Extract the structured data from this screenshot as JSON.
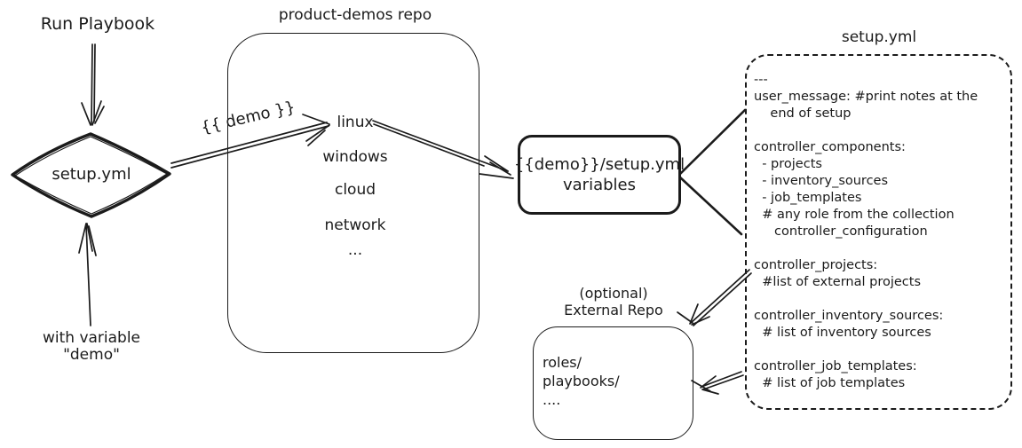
{
  "canvas": {
    "background": "#ffffff",
    "ink_color": "#1b1b1b"
  },
  "left_flow": {
    "run_playbook_label": "Run Playbook",
    "diamond_label": "setup.yml",
    "with_variable_label": "with variable\n\"demo\"",
    "demo_arrow_label": "{{ demo }}"
  },
  "repo_box": {
    "title": "product-demos repo",
    "items": [
      "linux",
      "windows",
      "cloud",
      "network",
      "..."
    ]
  },
  "variables_box": {
    "line1": "{{demo}}/setup.yml",
    "line2": "variables"
  },
  "setup_yml_box": {
    "title": "setup.yml",
    "content": "---\nuser_message: #print notes at the\n    end of setup\n\ncontroller_components:\n  - projects\n  - inventory_sources\n  - job_templates\n  # any role from the collection\n     controller_configuration\n\ncontroller_projects:\n  #list of external projects\n\ncontroller_inventory_sources:\n  # list of inventory sources\n\ncontroller_job_templates:\n  # list of job templates"
  },
  "external_repo_box": {
    "title": "(optional)\nExternal Repo",
    "content": "roles/\nplaybooks/\n...."
  }
}
